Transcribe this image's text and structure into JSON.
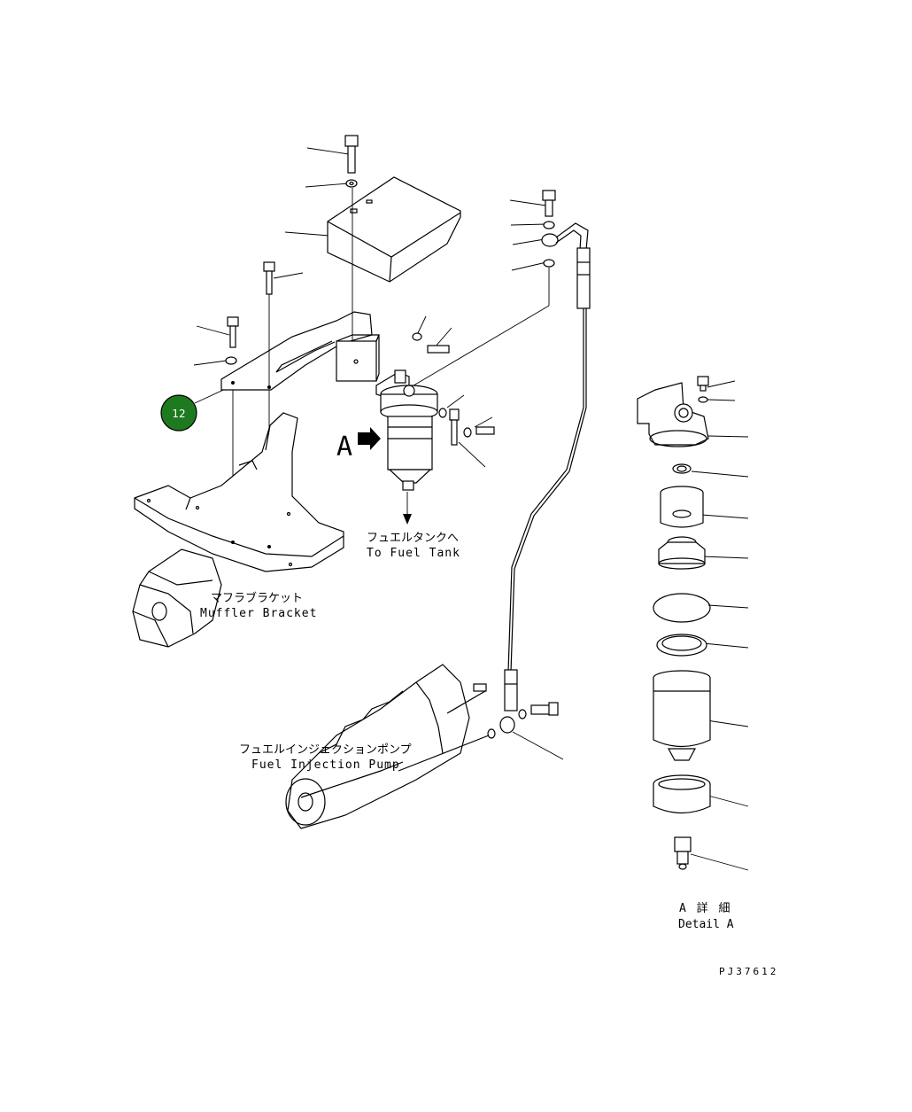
{
  "labels": {
    "to_fuel_tank_jp": "フュエルタンクへ",
    "to_fuel_tank_en": "To Fuel Tank",
    "muffler_bracket_jp": "マフラブラケット",
    "muffler_bracket_en": "Muffler Bracket",
    "fuel_injection_pump_jp": "フュエルインジェクションポンプ",
    "fuel_injection_pump_en": "Fuel Injection Pump",
    "view_marker": "A",
    "detail_jp": "A 詳 細",
    "detail_en": "Detail A",
    "drawing_number": "PJ37612"
  },
  "callout": {
    "number": "12",
    "color": "#1e7a1e"
  }
}
